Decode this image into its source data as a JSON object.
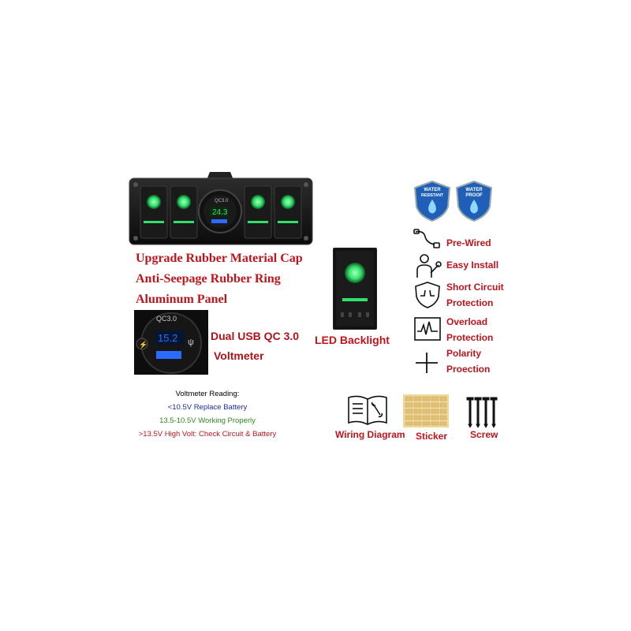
{
  "colors": {
    "title_red": "#c0141c",
    "led_green": "#31e06a",
    "display_blue": "#2b6cff",
    "replace_blue": "#1a2f9a",
    "working_green": "#2e8b1e",
    "shield_blue": "#1f5fb8"
  },
  "panel": {
    "features": [
      "Upgrade Rubber Material Cap",
      "Anti-Seepage Rubber Ring",
      "Aluminum Panel"
    ],
    "usb_module_label": "QC3.0",
    "usb_display_value": "24.3",
    "usb_closeup_label": "QC3.0",
    "usb_closeup_value": "15.2"
  },
  "usb_caption": {
    "line1": "Dual USB QC 3.0",
    "line2": "Voltmeter"
  },
  "voltmeter": {
    "heading": "Voltmeter Reading:",
    "lines": [
      {
        "text": "<10.5V Replace Battery",
        "color": "#1a2f9a"
      },
      {
        "text": "13.5-10.5V Working Properly",
        "color": "#2e8b1e"
      },
      {
        "text": ">13.5V High Volt: Check Circuit & Battery",
        "color": "#c0141c"
      }
    ]
  },
  "switch_caption": "LED Backlight",
  "badges": [
    {
      "line1": "WATER",
      "line2": "RESISTANT",
      "icon": "water-drop-icon"
    },
    {
      "line1": "WATER",
      "line2": "PROOF",
      "icon": "water-drop-icon"
    }
  ],
  "features_right": [
    {
      "icon": "cable-icon",
      "label": "Pre-Wired"
    },
    {
      "icon": "installer-icon",
      "label": "Easy Install"
    },
    {
      "icon": "shield-circuit-icon",
      "label": "Short Circuit Protection"
    },
    {
      "icon": "overload-graph-icon",
      "label": "Overload Protection"
    },
    {
      "icon": "plus-cross-icon",
      "label": "Polarity Proection"
    }
  ],
  "accessories": [
    {
      "icon": "book-wrench-icon",
      "label": "Wiring Diagram"
    },
    {
      "icon": "sticker-sheet-icon",
      "label": "Sticker"
    },
    {
      "icon": "screws-icon",
      "label": "Screw"
    }
  ]
}
